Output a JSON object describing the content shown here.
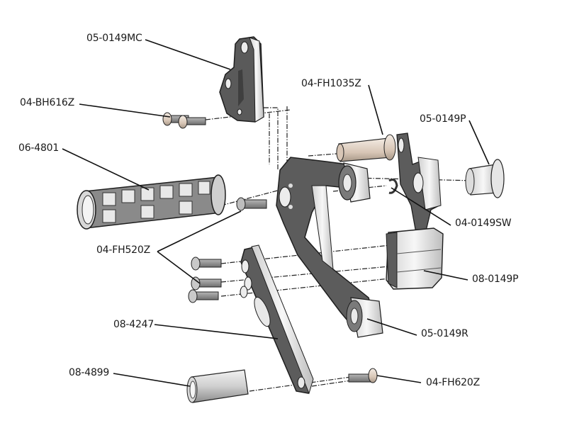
{
  "diagram": {
    "type": "exploded-parts-diagram",
    "subject": "rearset foot control assembly",
    "colors": {
      "background": "#ffffff",
      "dark_part": "#595959",
      "light_part": "#e6e6e6",
      "outline": "#1e1e1e",
      "leader": "#111111",
      "bolt_tint": "#e8d9cc"
    },
    "labels": [
      {
        "id": "mount-plate",
        "text": "05-0149MC"
      },
      {
        "id": "mount-bolts",
        "text": "04-BH616Z"
      },
      {
        "id": "foot-peg",
        "text": "06-4801"
      },
      {
        "id": "flat-head-bolts-520",
        "text": "04-FH520Z"
      },
      {
        "id": "pivot-bolt",
        "text": "04-FH1035Z"
      },
      {
        "id": "pivot-pin",
        "text": "05-0149P"
      },
      {
        "id": "spring-washer",
        "text": "04-0149SW"
      },
      {
        "id": "pivot-block",
        "text": "08-0149P"
      },
      {
        "id": "rear-lever",
        "text": "05-0149R"
      },
      {
        "id": "lever-arm",
        "text": "08-4247"
      },
      {
        "id": "spacer",
        "text": "08-4899"
      },
      {
        "id": "flat-head-bolt-620",
        "text": "04-FH620Z"
      }
    ]
  }
}
